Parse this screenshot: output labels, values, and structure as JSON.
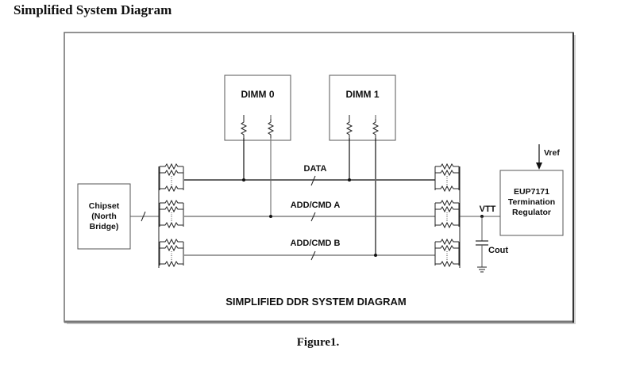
{
  "page": {
    "title": "Simplified System Diagram",
    "caption": "Figure1."
  },
  "diagram": {
    "heading": "SIMPLIFIED DDR SYSTEM DIAGRAM",
    "chipset": {
      "line1": "Chipset",
      "line2": "(North",
      "line3": "Bridge)"
    },
    "dimms": [
      {
        "label": "DIMM 0"
      },
      {
        "label": "DIMM 1"
      }
    ],
    "buses": [
      {
        "label": "DATA"
      },
      {
        "label": "ADD/CMD A"
      },
      {
        "label": "ADD/CMD B"
      }
    ],
    "regulator": {
      "line1": "EUP7171",
      "line2": "Termination",
      "line3": "Regulator"
    },
    "vref_label": "Vref",
    "vtt_label": "VTT",
    "cout_label": "Cout"
  }
}
